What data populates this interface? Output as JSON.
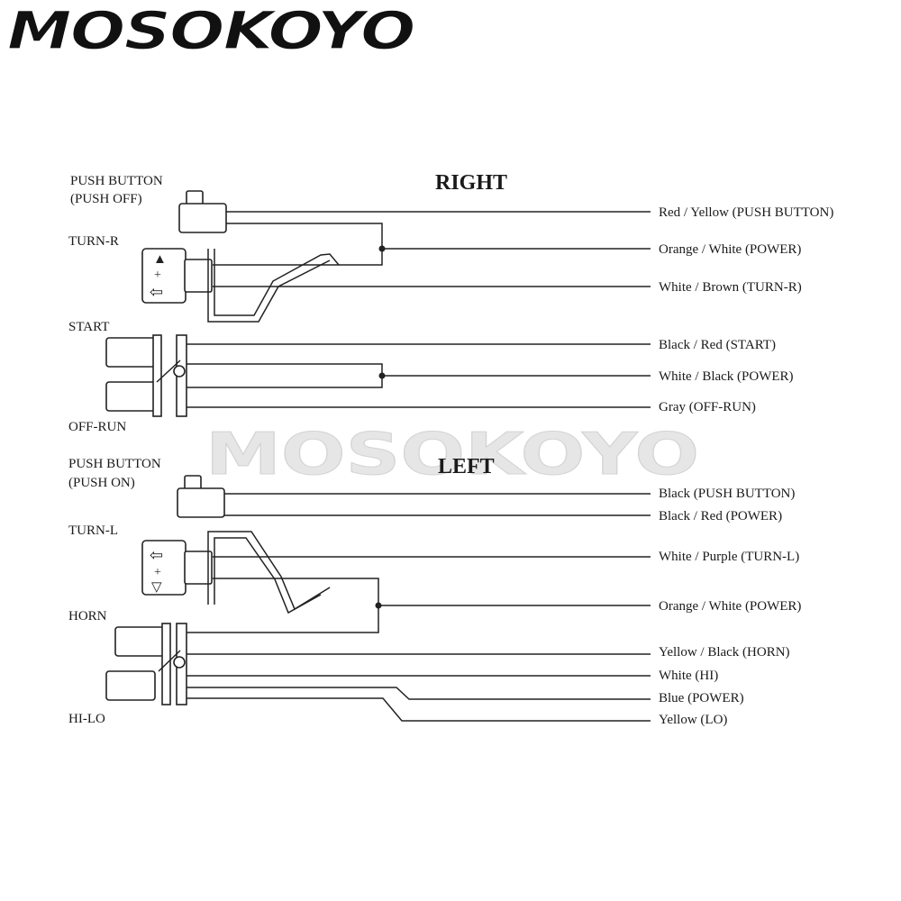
{
  "brand": {
    "logo_text": "MOSOKOYO",
    "watermark_text": "MOSOKOYO"
  },
  "right": {
    "section_title": "RIGHT",
    "push_button_label_1": "PUSH BUTTON",
    "push_button_label_2": "(PUSH OFF)",
    "turn_label": "TURN-R",
    "start_label": "START",
    "off_run_label": "OFF-RUN",
    "wires": [
      "Red / Yellow (PUSH BUTTON)",
      "Orange / White (POWER)",
      "White / Brown (TURN-R)",
      "Black / Red (START)",
      "White / Black (POWER)",
      "Gray (OFF-RUN)"
    ]
  },
  "left": {
    "section_title": "LEFT",
    "push_button_label_1": "PUSH BUTTON",
    "push_button_label_2": "(PUSH ON)",
    "turn_label": "TURN-L",
    "horn_label": "HORN",
    "hi_lo_label": "HI-LO",
    "wires": [
      "Black (PUSH BUTTON)",
      "Black / Red (POWER)",
      "White / Purple (TURN-L)",
      "Orange / White (POWER)",
      "Yellow / Black (HORN)",
      "White (HI)",
      "Blue (POWER)",
      "Yellow (LO)"
    ]
  },
  "icons": {
    "hazard": "▲",
    "plus": "+",
    "arrow_left": "⇦",
    "triangle_down": "▽"
  }
}
